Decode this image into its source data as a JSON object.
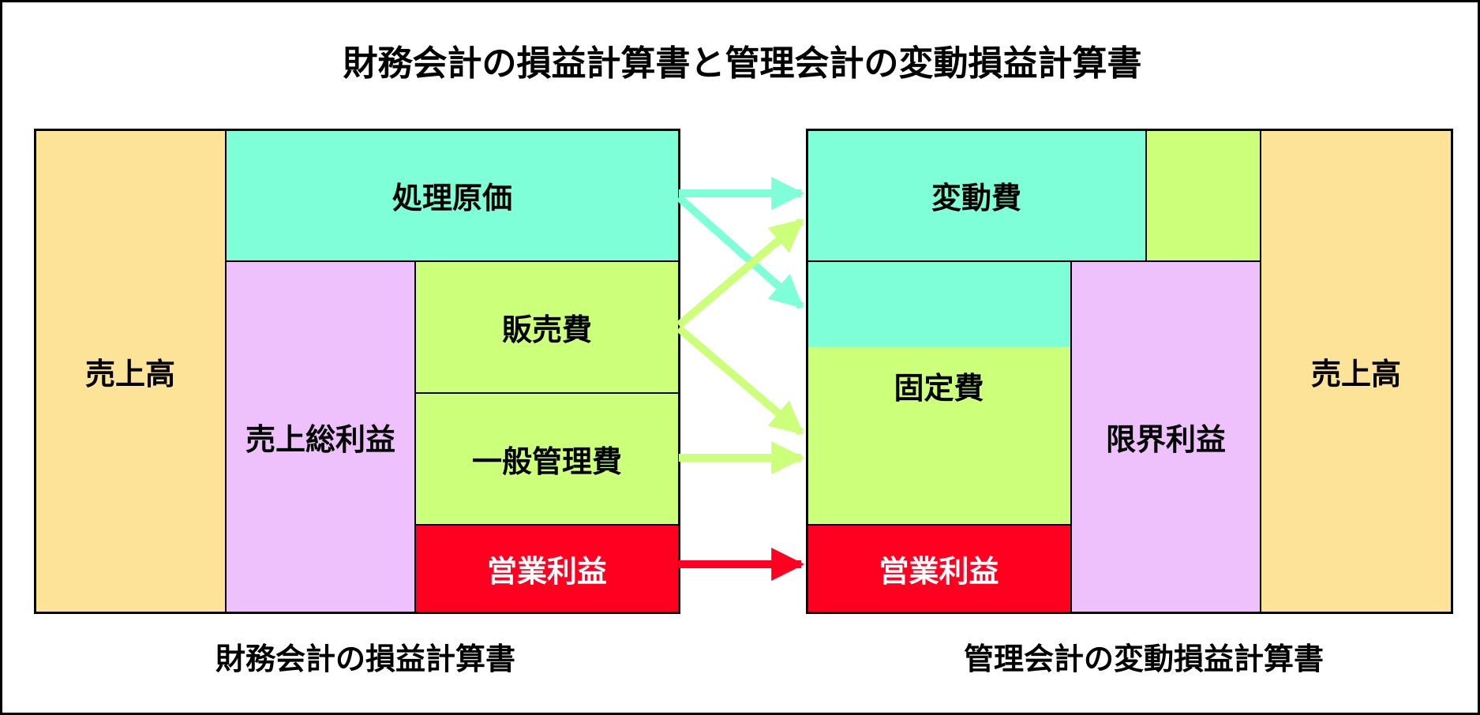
{
  "title": "財務会計の損益計算書と管理会計の変動損益計算書",
  "colors": {
    "sales": "#fce398",
    "gross_profit": "#eec0fc",
    "cost": "#7fffd8",
    "sga": "#ccff7a",
    "operating_profit": "#ff0020",
    "marginal_profit": "#eec0fc"
  },
  "left": {
    "caption": "財務会計の損益計算書",
    "sales": "売上高",
    "cost_of_sales": "処理原価",
    "gross_profit": "売上総利益",
    "selling_expenses": "販売費",
    "admin_expenses": "一般管理費",
    "operating_profit": "営業利益"
  },
  "right": {
    "caption": "管理会計の変動損益計算書",
    "variable_cost": "変動費",
    "fixed_cost": "固定費",
    "marginal_profit": "限界利益",
    "sales": "売上高",
    "operating_profit": "営業利益"
  }
}
